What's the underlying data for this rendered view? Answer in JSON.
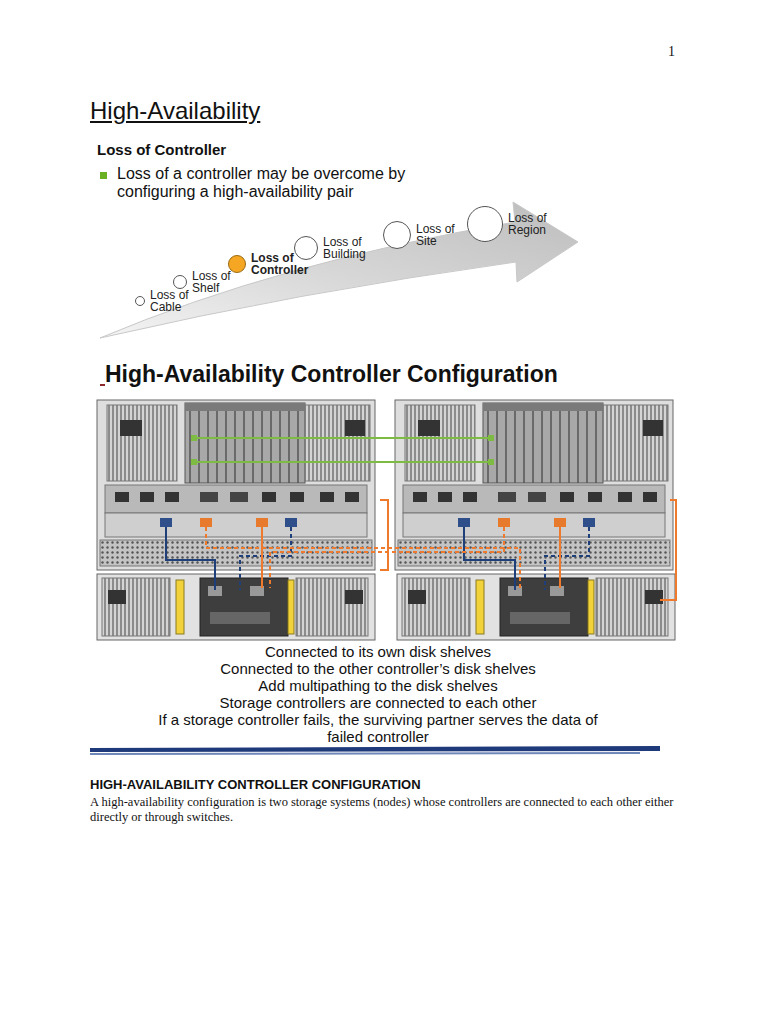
{
  "diagram": {
    "title": "High-Availability",
    "nodes": [
      {
        "text": [
          "Loss of Cable"
        ]
      },
      {
        "text": [
          "Loss of Shelf"
        ]
      },
      {
        "text": [
          "Loss of Controller"
        ]
      },
      {
        "text": [
          "Loss of Building"
        ]
      },
      {
        "text": [
          "Loss of Site"
        ]
      },
      {
        "text": [
          "Loss of Region"
        ]
      }
    ],
    "labels": [
      "1",
      "Loss of Controller",
      "Loss of a controller may be overcome by configuring a high-availability pair",
      "High-Availability Controller Configuration",
      "Connected to its own disk shelves",
      "Connected to the other controller’s disk shelves",
      "Add multipathing to the disk shelves",
      "Storage controllers are connected to each other",
      "If a storage controller fails, the surviving partner serves the data of failed controller",
      "HIGH-AVAILABILITY CONTROLLER CONFIGURATION",
      "A high-availability configuration is two storage systems (nodes) whose controllers are connected to each other either directly or through switches."
    ]
  }
}
